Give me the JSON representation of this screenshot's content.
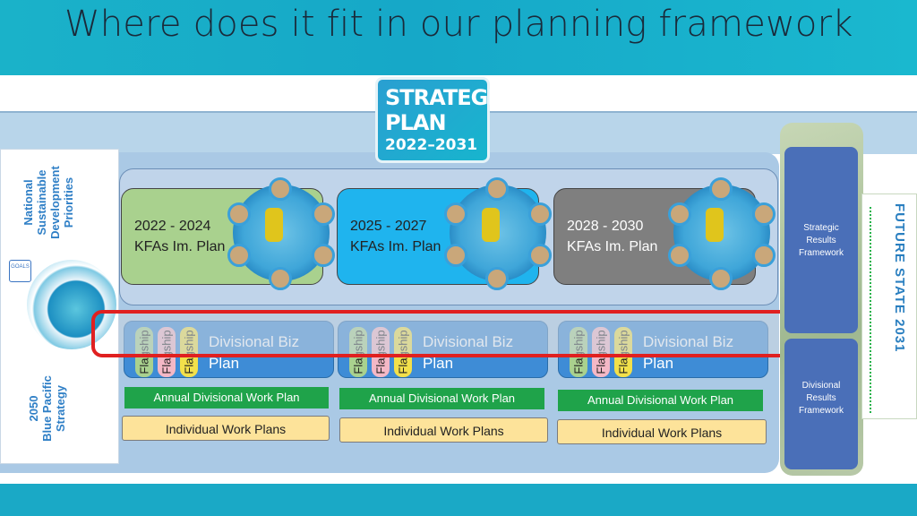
{
  "slide": {
    "title": "Where does it fit in our planning framework"
  },
  "left_column": {
    "top_text": "National\nSustainable\nDevelopment\nPriorities",
    "sdg_logo_text": "GOALS",
    "bottom_text": "2050\nBlue Pacific\nStrategy"
  },
  "strategic_plan_logo": {
    "line1": "STRATEGIC",
    "line2": "PLAN",
    "line3": "2022–2031"
  },
  "kfa_plans": [
    {
      "period": "2022 - 2024",
      "label": "KFAs Im. Plan",
      "color": "#a9d18e"
    },
    {
      "period": "2025 - 2027",
      "label": "KFAs Im. Plan",
      "color": "#1fb4ee"
    },
    {
      "period": "2028 - 2030",
      "label": "KFAs Im. Plan",
      "color": "#7f7f7f"
    }
  ],
  "divisional_biz": [
    {
      "label": "Divisional Biz Plan",
      "flagships": [
        "Flagship",
        "Flagship",
        "Flagship"
      ]
    },
    {
      "label": "Divisional Biz Plan",
      "flagships": [
        "Flagship",
        "Flagship",
        "Flagship"
      ]
    },
    {
      "label": "Divisional Biz Plan",
      "flagships": [
        "Flagship",
        "Flagship",
        "Flagship"
      ]
    }
  ],
  "annual_work_plans": [
    "Annual Divisional Work Plan",
    "Annual Divisional Work Plan",
    "Annual Divisional Work Plan"
  ],
  "individual_work_plans": [
    "Individual Work Plans",
    "Individual Work Plans",
    "Individual Work Plans"
  ],
  "results_frameworks": {
    "strategic": "Strategic\nResults\nFramework",
    "divisional": "Divisional\nResults\nFramework"
  },
  "future_state": "FUTURE STATE 2031",
  "colors": {
    "header": "#1ab2c9",
    "highlight": "#e02020",
    "annual_plan": "#1fa34a",
    "individual_plan": "#fde39a",
    "framework": "#4a6fb8"
  }
}
